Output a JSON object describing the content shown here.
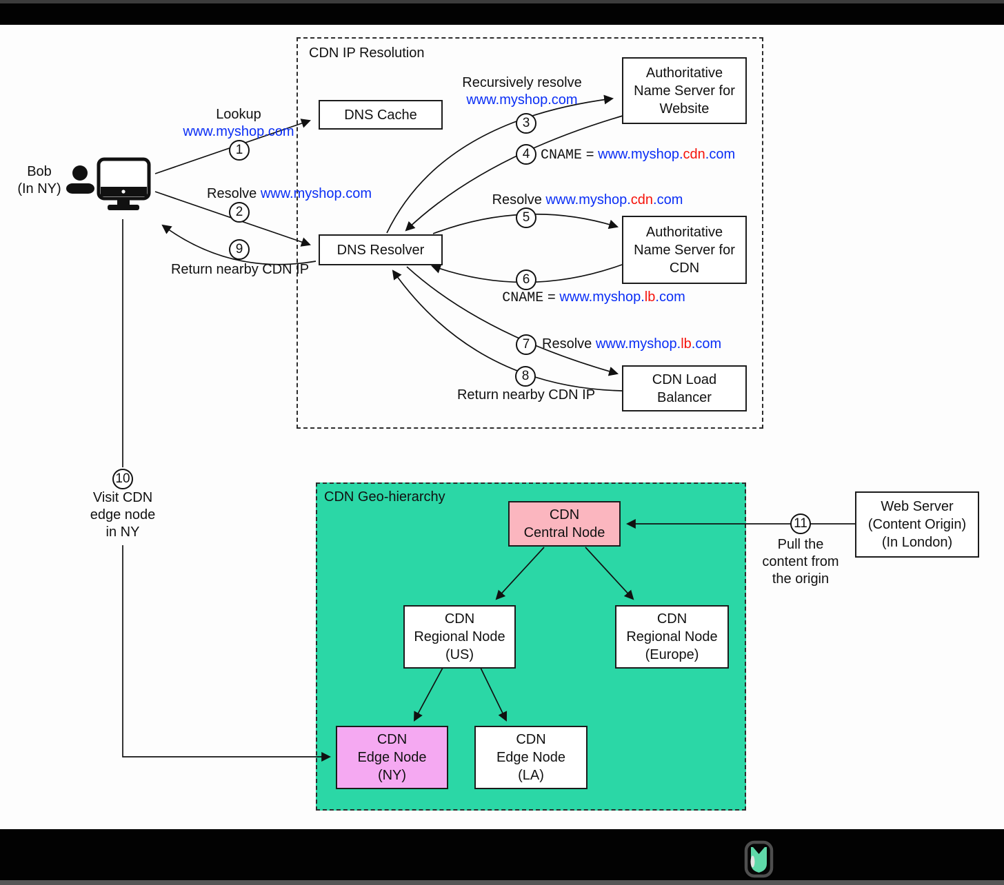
{
  "sections": {
    "ip_resolution_title": "CDN IP Resolution",
    "geo_hierarchy_title": "CDN Geo-hierarchy"
  },
  "actor": {
    "name": "Bob",
    "location": "(In NY)"
  },
  "nodes": {
    "dns_cache": [
      "DNS Cache"
    ],
    "dns_resolver": [
      "DNS Resolver"
    ],
    "ns_website": [
      "Authoritative",
      "Name Server for",
      "Website"
    ],
    "ns_cdn": [
      "Authoritative",
      "Name Server for",
      "CDN"
    ],
    "cdn_lb": [
      "CDN Load",
      "Balancer"
    ],
    "central": [
      "CDN",
      "Central Node"
    ],
    "regional_us": [
      "CDN",
      "Regional Node",
      "(US)"
    ],
    "regional_eu": [
      "CDN",
      "Regional Node",
      "(Europe)"
    ],
    "edge_ny": [
      "CDN",
      "Edge Node",
      "(NY)"
    ],
    "edge_la": [
      "CDN",
      "Edge Node",
      "(LA)"
    ],
    "web_server": [
      "Web Server",
      "(Content Origin)",
      "(In London)"
    ]
  },
  "steps": {
    "n1": "1",
    "n2": "2",
    "n3": "3",
    "n4": "4",
    "n5": "5",
    "n6": "6",
    "n7": "7",
    "n8": "8",
    "n9": "9",
    "n10": "10",
    "n11": "11"
  },
  "flows": {
    "lookup": {
      "text": "Lookup",
      "url": "www.myshop.com"
    },
    "resolve_site": {
      "text": "Resolve",
      "url": "www.myshop.com"
    },
    "return_ip_user": "Return nearby CDN IP",
    "recursive": {
      "text": "Recursively resolve",
      "url": "www.myshop.com"
    },
    "cname_cdn": {
      "key": "CNAME",
      "eq": "=",
      "url_pre": "www.myshop.",
      "url_hl": "cdn",
      "url_post": ".com"
    },
    "resolve_cdn": {
      "text": "Resolve",
      "url_pre": "www.myshop.",
      "url_hl": "cdn",
      "url_post": ".com"
    },
    "cname_lb": {
      "key": "CNAME",
      "eq": "=",
      "url_pre": "www.myshop.",
      "url_hl": "lb",
      "url_post": ".com"
    },
    "resolve_lb": {
      "text": "Resolve",
      "url_pre": "www.myshop.",
      "url_hl": "lb",
      "url_post": ".com"
    },
    "return_ip_resolver": "Return nearby CDN IP",
    "visit_edge": [
      "Visit CDN",
      "edge node",
      "in NY"
    ],
    "pull_origin": [
      "Pull the",
      "content from",
      "the origin"
    ]
  },
  "icons": {
    "user": "person-icon",
    "computer": "desktop-monitor-icon",
    "brand": "bytebytego-logo-icon"
  },
  "colors": {
    "url_blue": "#0a2ef5",
    "highlight_red": "#f5120a",
    "geo_green": "#2bd7a6",
    "central_pink": "#fbb6bf",
    "edge_violet": "#f5a9f2"
  }
}
